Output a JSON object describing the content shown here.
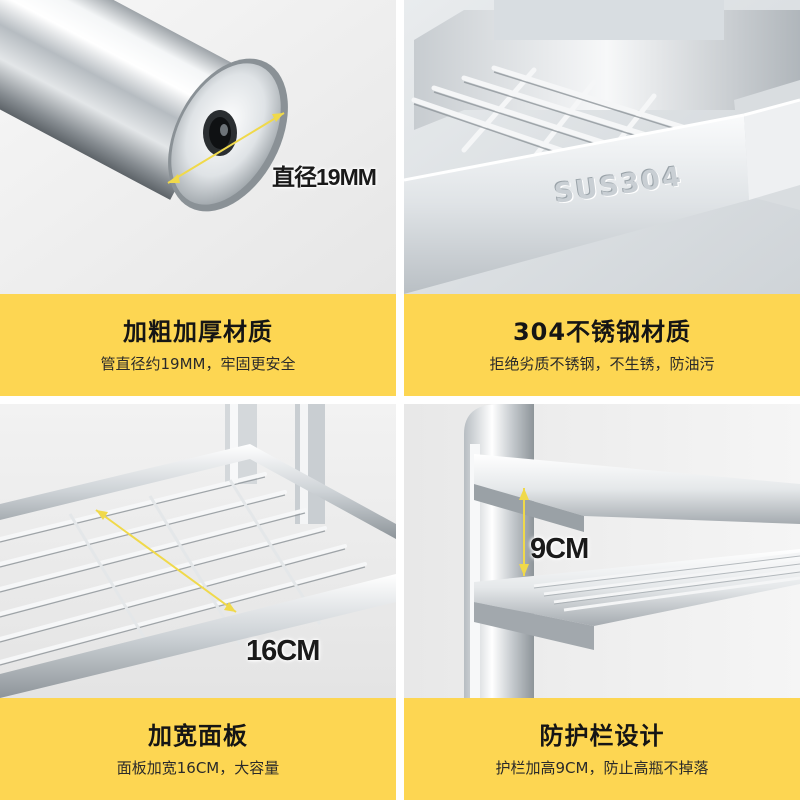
{
  "panels": [
    {
      "title": "加粗加厚材质",
      "subtitle": "管直径约19MM，牢固更安全",
      "dimension_label": "直径19MM"
    },
    {
      "title": "304不锈钢材质",
      "subtitle": "拒绝劣质不锈钢，不生锈，防油污",
      "engraving": "SUS304"
    },
    {
      "title": "加宽面板",
      "subtitle": "面板加宽16CM，大容量",
      "dimension_label": "16CM"
    },
    {
      "title": "防护栏设计",
      "subtitle": "护栏加高9CM，防止高瓶不掉落",
      "dimension_label": "9CM"
    }
  ],
  "colors": {
    "caption_band": "#fdd652",
    "background": "#f3f3f3",
    "divider": "#ffffff",
    "dimension_line": "#f0d94a"
  }
}
